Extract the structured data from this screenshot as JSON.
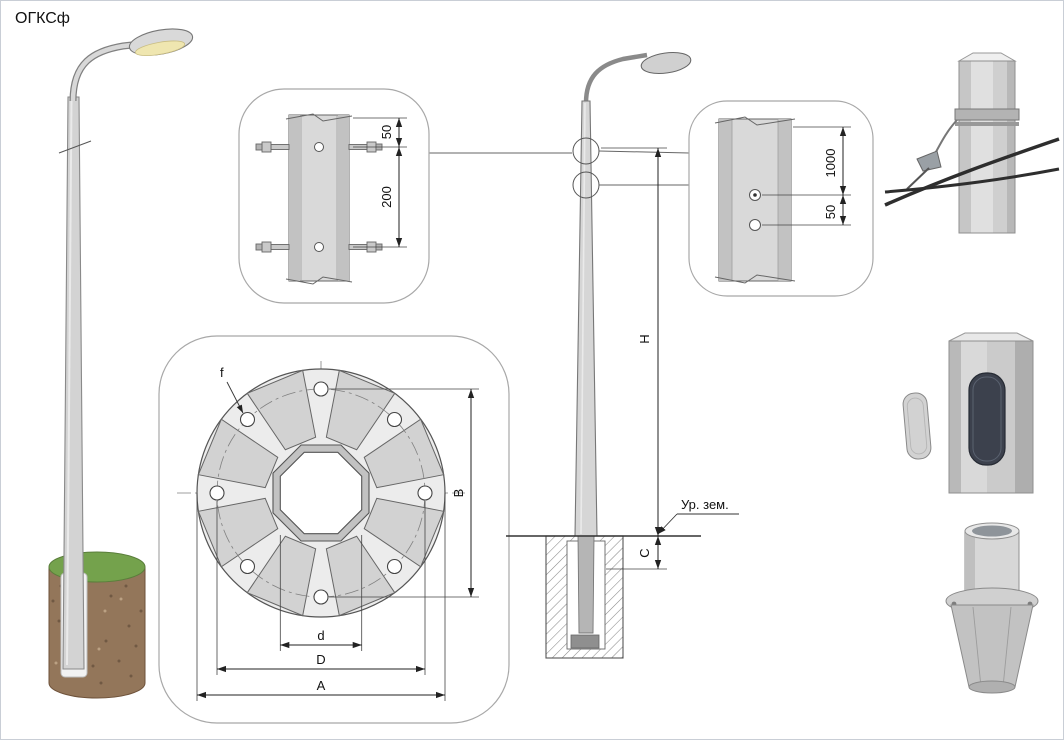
{
  "title": "ОГКСф",
  "callouts": {
    "joint": {
      "dim_top": "50",
      "dim_spacing": "200"
    },
    "flange": {
      "hole": "f",
      "dim_vertical": "B",
      "dim_inner": "d",
      "dim_bolt_circle": "D",
      "dim_outer": "A"
    },
    "holes": {
      "dim_top": "1000",
      "dim_spacing": "50"
    }
  },
  "elevation": {
    "dim_height": "H",
    "dim_depth": "C",
    "ground_level": "Ур. зем."
  }
}
